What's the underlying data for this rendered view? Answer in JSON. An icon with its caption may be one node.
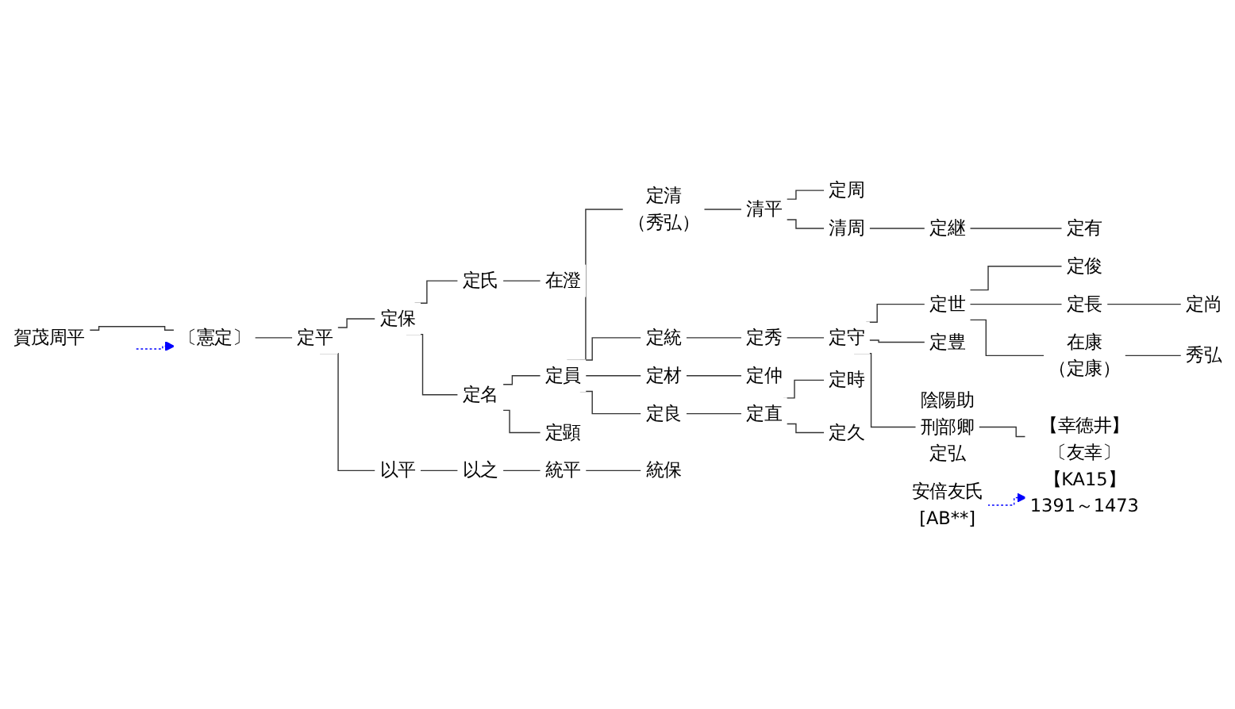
{
  "diagram": {
    "nodes": [
      {
        "text": [
          "賀茂周平"
        ]
      },
      {
        "text": [
          "〔憲定〕"
        ]
      },
      {
        "text": [
          "定平"
        ]
      },
      {
        "text": [
          "定保"
        ]
      },
      {
        "text": [
          "以平"
        ]
      },
      {
        "text": [
          "定氏"
        ]
      },
      {
        "text": [
          "定名"
        ]
      },
      {
        "text": [
          "在澄"
        ]
      },
      {
        "text": [
          "定員"
        ]
      },
      {
        "text": [
          "定顕"
        ]
      },
      {
        "text": [
          "定清",
          "（秀弘）"
        ]
      },
      {
        "text": [
          "定統"
        ]
      },
      {
        "text": [
          "定材"
        ]
      },
      {
        "text": [
          "定良"
        ]
      },
      {
        "text": [
          "清平"
        ]
      },
      {
        "text": [
          "定秀"
        ]
      },
      {
        "text": [
          "定仲"
        ]
      },
      {
        "text": [
          "定直"
        ]
      },
      {
        "text": [
          "定周"
        ]
      },
      {
        "text": [
          "清周"
        ]
      },
      {
        "text": [
          "定継"
        ]
      },
      {
        "text": [
          "定有"
        ]
      },
      {
        "text": [
          "定守"
        ]
      },
      {
        "text": [
          "定時"
        ]
      },
      {
        "text": [
          "定久"
        ]
      },
      {
        "text": [
          "定世"
        ]
      },
      {
        "text": [
          "定豊"
        ]
      },
      {
        "text": [
          "陰陽助",
          "刑部卿",
          "定弘"
        ]
      },
      {
        "text": [
          "定俊"
        ]
      },
      {
        "text": [
          "定長"
        ]
      },
      {
        "text": [
          "定尚"
        ]
      },
      {
        "text": [
          "在康",
          "（定康）"
        ]
      },
      {
        "text": [
          "秀弘"
        ]
      },
      {
        "text": [
          "【幸徳井】",
          "〔友幸〕",
          "【KA15】",
          "1391～1473"
        ]
      },
      {
        "text": [
          "安倍友氏",
          "[AB**]"
        ]
      },
      {
        "text": [
          "以之"
        ]
      },
      {
        "text": [
          "統平"
        ]
      },
      {
        "text": [
          "統保"
        ]
      }
    ],
    "edges": [
      {
        "from": 0,
        "to": 1,
        "arrow": "none"
      },
      {
        "from": null,
        "to": 1,
        "arrow": "to",
        "style": "dashed",
        "color": "#0000ff"
      },
      {
        "from": 1,
        "to": 2,
        "arrow": "none"
      },
      {
        "from": 2,
        "to": 3,
        "arrow": "none"
      },
      {
        "from": 2,
        "to": 4,
        "arrow": "none"
      },
      {
        "from": 3,
        "to": 5,
        "arrow": "none"
      },
      {
        "from": 3,
        "to": 6,
        "arrow": "none"
      },
      {
        "from": 5,
        "to": 7,
        "arrow": "none"
      },
      {
        "from": 6,
        "to": 8,
        "arrow": "none"
      },
      {
        "from": 6,
        "to": 9,
        "arrow": "none"
      },
      {
        "from": 8,
        "to": 10,
        "arrow": "none"
      },
      {
        "from": 8,
        "to": 11,
        "arrow": "none"
      },
      {
        "from": 8,
        "to": 12,
        "arrow": "none"
      },
      {
        "from": 8,
        "to": 13,
        "arrow": "none"
      },
      {
        "from": 10,
        "to": 14,
        "arrow": "none"
      },
      {
        "from": 14,
        "to": 18,
        "arrow": "none"
      },
      {
        "from": 14,
        "to": 19,
        "arrow": "none"
      },
      {
        "from": 19,
        "to": 20,
        "arrow": "none"
      },
      {
        "from": 20,
        "to": 21,
        "arrow": "none"
      },
      {
        "from": 11,
        "to": 15,
        "arrow": "none"
      },
      {
        "from": 15,
        "to": 22,
        "arrow": "none"
      },
      {
        "from": 22,
        "to": 25,
        "arrow": "none"
      },
      {
        "from": 22,
        "to": 26,
        "arrow": "none"
      },
      {
        "from": 22,
        "to": 27,
        "arrow": "none"
      },
      {
        "from": 25,
        "to": 28,
        "arrow": "none"
      },
      {
        "from": 25,
        "to": 29,
        "arrow": "none"
      },
      {
        "from": 25,
        "to": 31,
        "arrow": "none"
      },
      {
        "from": 29,
        "to": 30,
        "arrow": "none"
      },
      {
        "from": 31,
        "to": 32,
        "arrow": "none"
      },
      {
        "from": 12,
        "to": 16,
        "arrow": "none"
      },
      {
        "from": 13,
        "to": 17,
        "arrow": "none"
      },
      {
        "from": 17,
        "to": 23,
        "arrow": "none"
      },
      {
        "from": 17,
        "to": 24,
        "arrow": "none"
      },
      {
        "from": 27,
        "to": 33,
        "arrow": "none"
      },
      {
        "from": 34,
        "to": 33,
        "arrow": "to",
        "style": "dashed",
        "color": "#0000ff"
      },
      {
        "from": 4,
        "to": 35,
        "arrow": "none"
      },
      {
        "from": 35,
        "to": 36,
        "arrow": "none"
      },
      {
        "from": 36,
        "to": 37,
        "arrow": "none"
      }
    ]
  }
}
